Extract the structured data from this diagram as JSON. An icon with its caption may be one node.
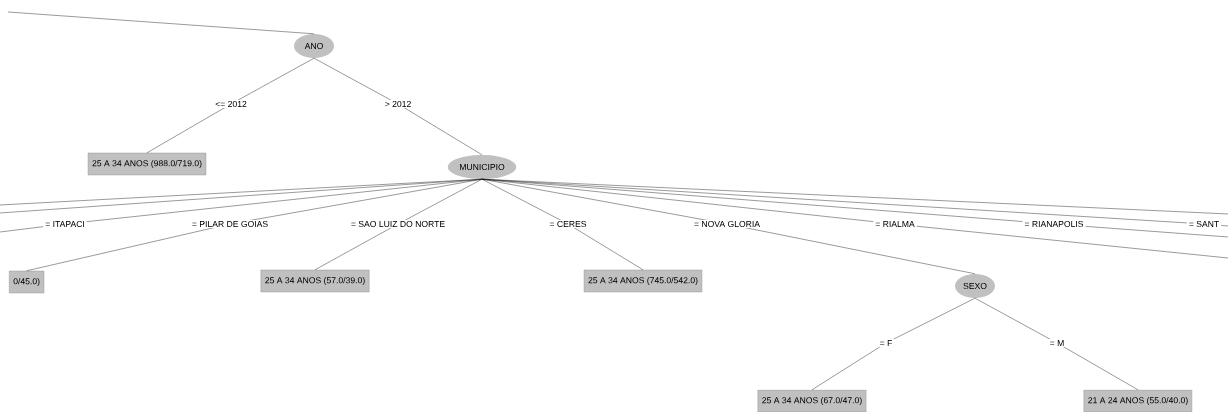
{
  "diagram": {
    "nodes": [
      {
        "text": [
          "ANO"
        ]
      },
      {
        "text": [
          "25 A 34 ANOS (988.0/719.0)"
        ]
      },
      {
        "text": [
          "MUNICIPIO"
        ]
      },
      {
        "text": [
          "0/45.0)"
        ]
      },
      {
        "text": [
          "25 A 34 ANOS (57.0/39.0)"
        ]
      },
      {
        "text": [
          "25 A 34 ANOS (745.0/542.0)"
        ]
      },
      {
        "text": [
          "SEXO"
        ]
      },
      {
        "text": [
          "25 A 34 ANOS (67.0/47.0)"
        ]
      },
      {
        "text": [
          "21 A 24 ANOS (55.0/40.0)"
        ]
      }
    ],
    "edges": [
      {
        "from": null,
        "to": 0,
        "arrow": "none"
      },
      {
        "from": 0,
        "to": 1,
        "arrow": "none",
        "label": "<= 2012"
      },
      {
        "from": 0,
        "to": 2,
        "arrow": "none",
        "label": "> 2012"
      },
      {
        "from": 2,
        "to": null,
        "arrow": "none"
      },
      {
        "from": 2,
        "to": null,
        "arrow": "none"
      },
      {
        "from": 2,
        "to": null,
        "arrow": "none",
        "label": "= ITAPACI"
      },
      {
        "from": 2,
        "to": 3,
        "arrow": "none",
        "label": "= PILAR DE GOIAS"
      },
      {
        "from": 2,
        "to": 4,
        "arrow": "none",
        "label": "= SAO LUIZ DO NORTE"
      },
      {
        "from": 2,
        "to": 5,
        "arrow": "none",
        "label": "= CERES"
      },
      {
        "from": 2,
        "to": 6,
        "arrow": "none",
        "label": "= NOVA GLORIA"
      },
      {
        "from": 2,
        "to": null,
        "arrow": "none",
        "label": "= RIALMA"
      },
      {
        "from": 2,
        "to": null,
        "arrow": "none",
        "label": "= RIANAPOLIS"
      },
      {
        "from": 2,
        "to": null,
        "arrow": "none",
        "label": "= SANT"
      },
      {
        "from": 2,
        "to": null,
        "arrow": "none"
      },
      {
        "from": 6,
        "to": 7,
        "arrow": "none",
        "label": "= F"
      },
      {
        "from": 6,
        "to": 8,
        "arrow": "none",
        "label": "= M"
      }
    ]
  }
}
